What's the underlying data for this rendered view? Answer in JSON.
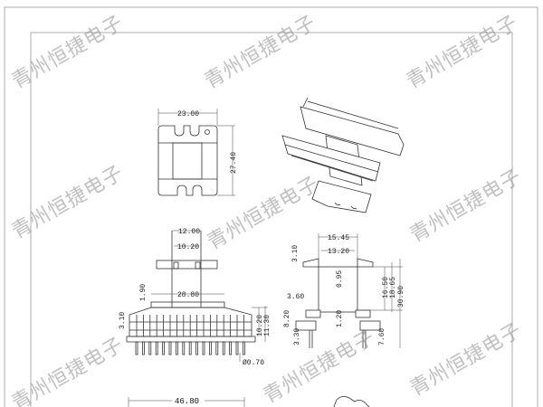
{
  "watermark": "青州恒捷电子",
  "top_view": {
    "width": "23.00",
    "height": "27.40"
  },
  "front_view": {
    "flange_width": "12.00",
    "inner_width": "10.20",
    "body_width": "28.80",
    "flange_thk": "1.90",
    "base_h": "3.10",
    "h1": "10.20",
    "h2": "11.30",
    "pin_dia": "Ø0.70"
  },
  "side_view": {
    "w1": "15.45",
    "w2": "13.20",
    "flange_h": "3.10",
    "slot": "0.95",
    "foot": "3.60",
    "d1": "16.50",
    "d2": "18.65",
    "d3": "30.90",
    "d4": "8.20",
    "d5": "1.20",
    "d6": "3.30",
    "d7": "7.60"
  },
  "bottom_view": {
    "length": "46.80"
  }
}
